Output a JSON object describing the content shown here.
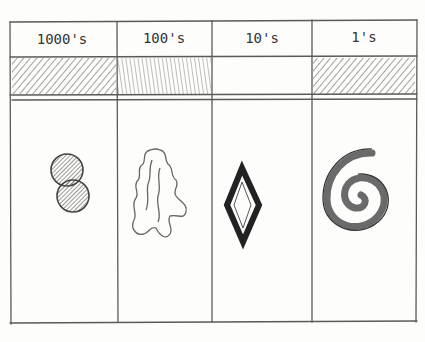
{
  "diagram": {
    "labels": [
      "1000's",
      "100's",
      "10's",
      "1's"
    ]
  }
}
